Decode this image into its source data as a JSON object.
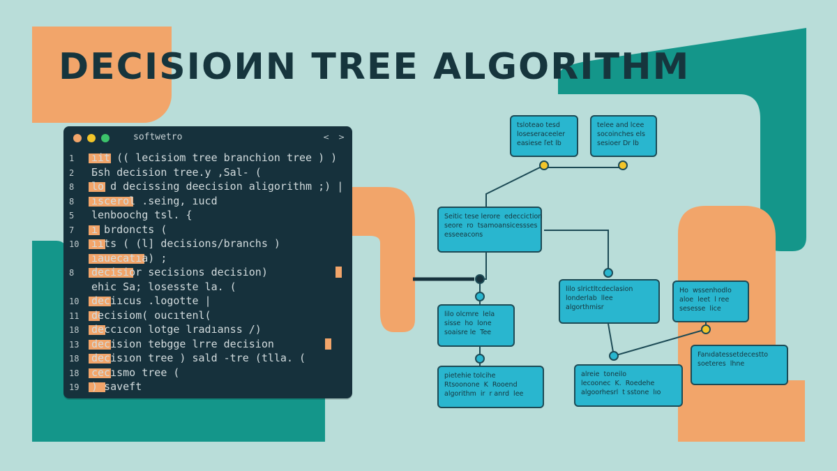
{
  "title": "DECISIOИN TREE ALGORITHM",
  "colors": {
    "background": "#b9ddd9",
    "orange": "#f2a56a",
    "teal": "#14968a",
    "editor_bg": "#16313c",
    "node_fill": "#29b6cf",
    "node_border": "#1c4a55",
    "junction_yellow": "#f2c52a",
    "title_text": "#16353d"
  },
  "editor": {
    "window_title": "softwetro",
    "controls": {
      "left": "<",
      "right": ">"
    },
    "lines": [
      {
        "num": "1",
        "hl": "ıit",
        "text": "ıit (( lecisiom tree  branchion tree )  )"
      },
      {
        "num": "2",
        "hl": "",
        "text": "Ƃsh decision tree.y ,Sal-  ("
      },
      {
        "num": "8",
        "hl": "lo",
        "text": "lo d  decissing deecision  aligorithm ;) |"
      },
      {
        "num": "8",
        "hl": "ıscerol",
        "text": "ıscerol  .seing, ıucd"
      },
      {
        "num": "5",
        "hl": "",
        "text": "lenboochg tsl. {"
      },
      {
        "num": "7",
        "hl": "ı",
        "text": "ı  brdoncts  ("
      },
      {
        "num": "10",
        "hl": "ıs",
        "text": "ııts  (  (l] decisions/branchs  )"
      },
      {
        "num": "",
        "hl": "ıauecatıa",
        "text": "ıauecatıa) ;"
      },
      {
        "num": "8",
        "hl": "ıoeıcri",
        "text": "decisior  secisions  decision)"
      },
      {
        "num": "",
        "hl": "",
        "text": "ehic  Sa;  losesste  la.  ("
      },
      {
        "num": "10",
        "hl": "oıc",
        "text": "deciıcus .logotte  |"
      },
      {
        "num": "11",
        "hl": "ı",
        "text": "decisiom(  oucıtenl("
      },
      {
        "num": "18",
        "hl": "oc",
        "text": "deccıcon  lotge  lradıanss /)"
      },
      {
        "num": "13",
        "hl": "oıc",
        "text": "decision  tebgge  lrre  decision"
      },
      {
        "num": "18",
        "hl": "oıc",
        "text": "decisıon  tree  )   sald -tre  (tlla.  ("
      },
      {
        "num": "18",
        "hl": "oıc",
        "text": "cecısmo  tree  ("
      },
      {
        "num": "19",
        "hl": "ıc",
        "text": ")  saveft"
      }
    ]
  },
  "nodes": [
    {
      "id": "n1",
      "text": "tsloteao tesd\nloseseraceeler\neasiese ľet lb"
    },
    {
      "id": "n2",
      "text": "telee and lcee\nsocoinches els\nsesioer Dr lb"
    },
    {
      "id": "n3",
      "text": "Seitic tese lerore  edecciction\nseore  ro  tsamoansicessses\nesseeacons"
    },
    {
      "id": "n4",
      "text": "lilo slrictltcdeclasion\nlonderlab  llee\nalgorthmisr"
    },
    {
      "id": "n5",
      "text": "Ho  wssenhodlo\naloe  leet  l ree\nsesesse  lice"
    },
    {
      "id": "n6",
      "text": "lilo olcmre  lela\nsisse  ho  lone\nsoaisre le  Tee"
    },
    {
      "id": "n7",
      "text": "Fanıdatessetdecestto\nsoeteres  lhne"
    },
    {
      "id": "n8",
      "text": "pietehie tolcihe\nRtsoonone  K  Rooend\nalgorithm  ir  r anrd  lee"
    },
    {
      "id": "n9",
      "text": "alreie  toneilo\nlecoonec  K.  Roedehe\nalgoorhesrl  t sstone  lıo"
    }
  ]
}
